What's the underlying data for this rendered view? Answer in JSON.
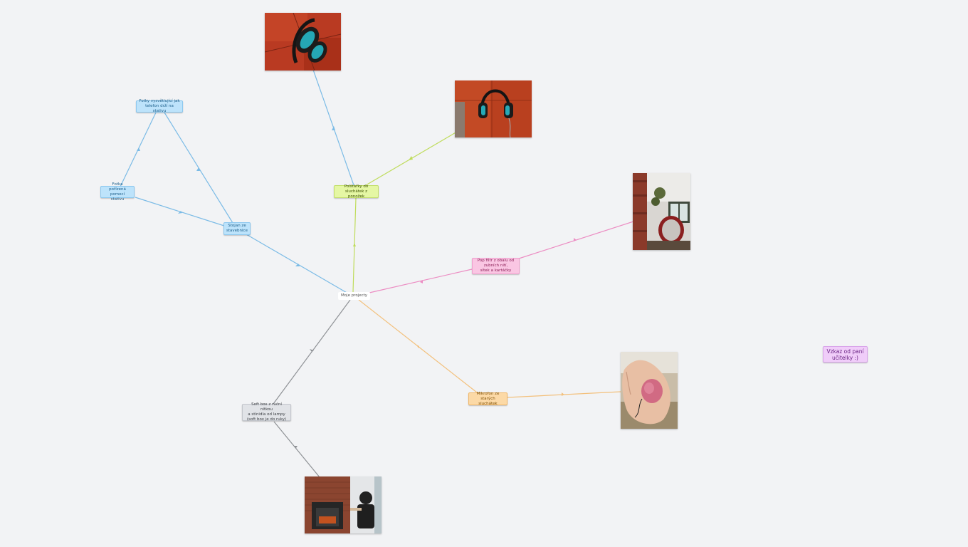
{
  "mindmap": {
    "root": {
      "label": "Moje projecty"
    },
    "nodes": {
      "headphones_cushions": {
        "label": "Polštářky do\nsluchátek z ponožek"
      },
      "stand_from_rails": {
        "label": "Stojan ze\nstavebnice"
      },
      "photos_phone_hold": {
        "label": "Fotky vysvětlující jak\ntelefon drží na stativu"
      },
      "photo_taken_with_tripod": {
        "label": "Fotka pořízená\npomocí stativu"
      },
      "pop_filter": {
        "label": "Pop filtr z obalu od\nzubních nití,\nsítek a kartáčky"
      },
      "microphone": {
        "label": "Mikrofon ze\nstarých sluchátek"
      },
      "soft_box": {
        "label": "Soft box z ruční nitkou\na stínidla od lampy\n(soft box je do ruky)"
      },
      "teacher_message": {
        "label": "Vzkaz od paní\nučitelky :)"
      }
    },
    "images": {
      "headphones_floor_top": {
        "icon": "headphones-photo"
      },
      "headphones_floor_right": {
        "icon": "headphones-photo"
      },
      "pop_filter_photo": {
        "icon": "room-photo"
      },
      "microphone_photo": {
        "icon": "hand-photo"
      },
      "soft_box_photo": {
        "icon": "fireplace-photo"
      }
    },
    "colors": {
      "blue": "#7bbbe6",
      "green": "#bfdc5b",
      "pink": "#ec8dc3",
      "orange": "#f3c07c",
      "gray": "#8f9296"
    }
  }
}
